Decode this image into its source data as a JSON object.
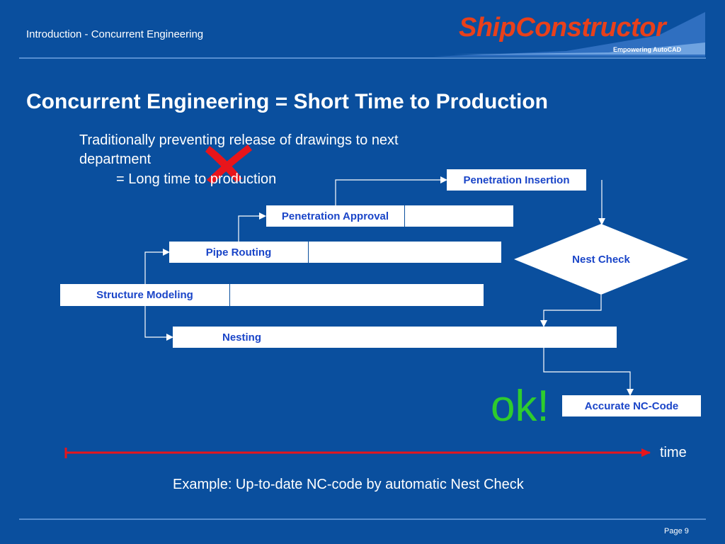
{
  "header": {
    "section_title": "Introduction - Concurrent Engineering",
    "logo": "ShipConstructor",
    "logo_tagline": "Empowering AutoCAD"
  },
  "slide": {
    "title": "Concurrent Engineering = Short Time to Production",
    "traditional_line1": "Traditionally preventing release of drawings to next",
    "traditional_line2": "department",
    "traditional_line3": "= Long time to production",
    "ok_label": "ok!",
    "time_label": "time",
    "example": "Example: Up-to-date NC-code by automatic Nest Check",
    "page": "Page 9"
  },
  "diagram": {
    "nodes": {
      "penetration_insertion": "Penetration Insertion",
      "penetration_approval": "Penetration Approval",
      "pipe_routing": "Pipe Routing",
      "structure_modeling": "Structure Modeling",
      "nesting": "Nesting",
      "nest_check": "Nest Check",
      "accurate_nc_code": "Accurate NC-Code"
    }
  },
  "colors": {
    "background": "#0a4f9e",
    "logo": "#e8401b",
    "box_text": "#1a45c8",
    "ok": "#2ecc2e",
    "cross": "#e8151b",
    "timeline": "#e8151b"
  }
}
